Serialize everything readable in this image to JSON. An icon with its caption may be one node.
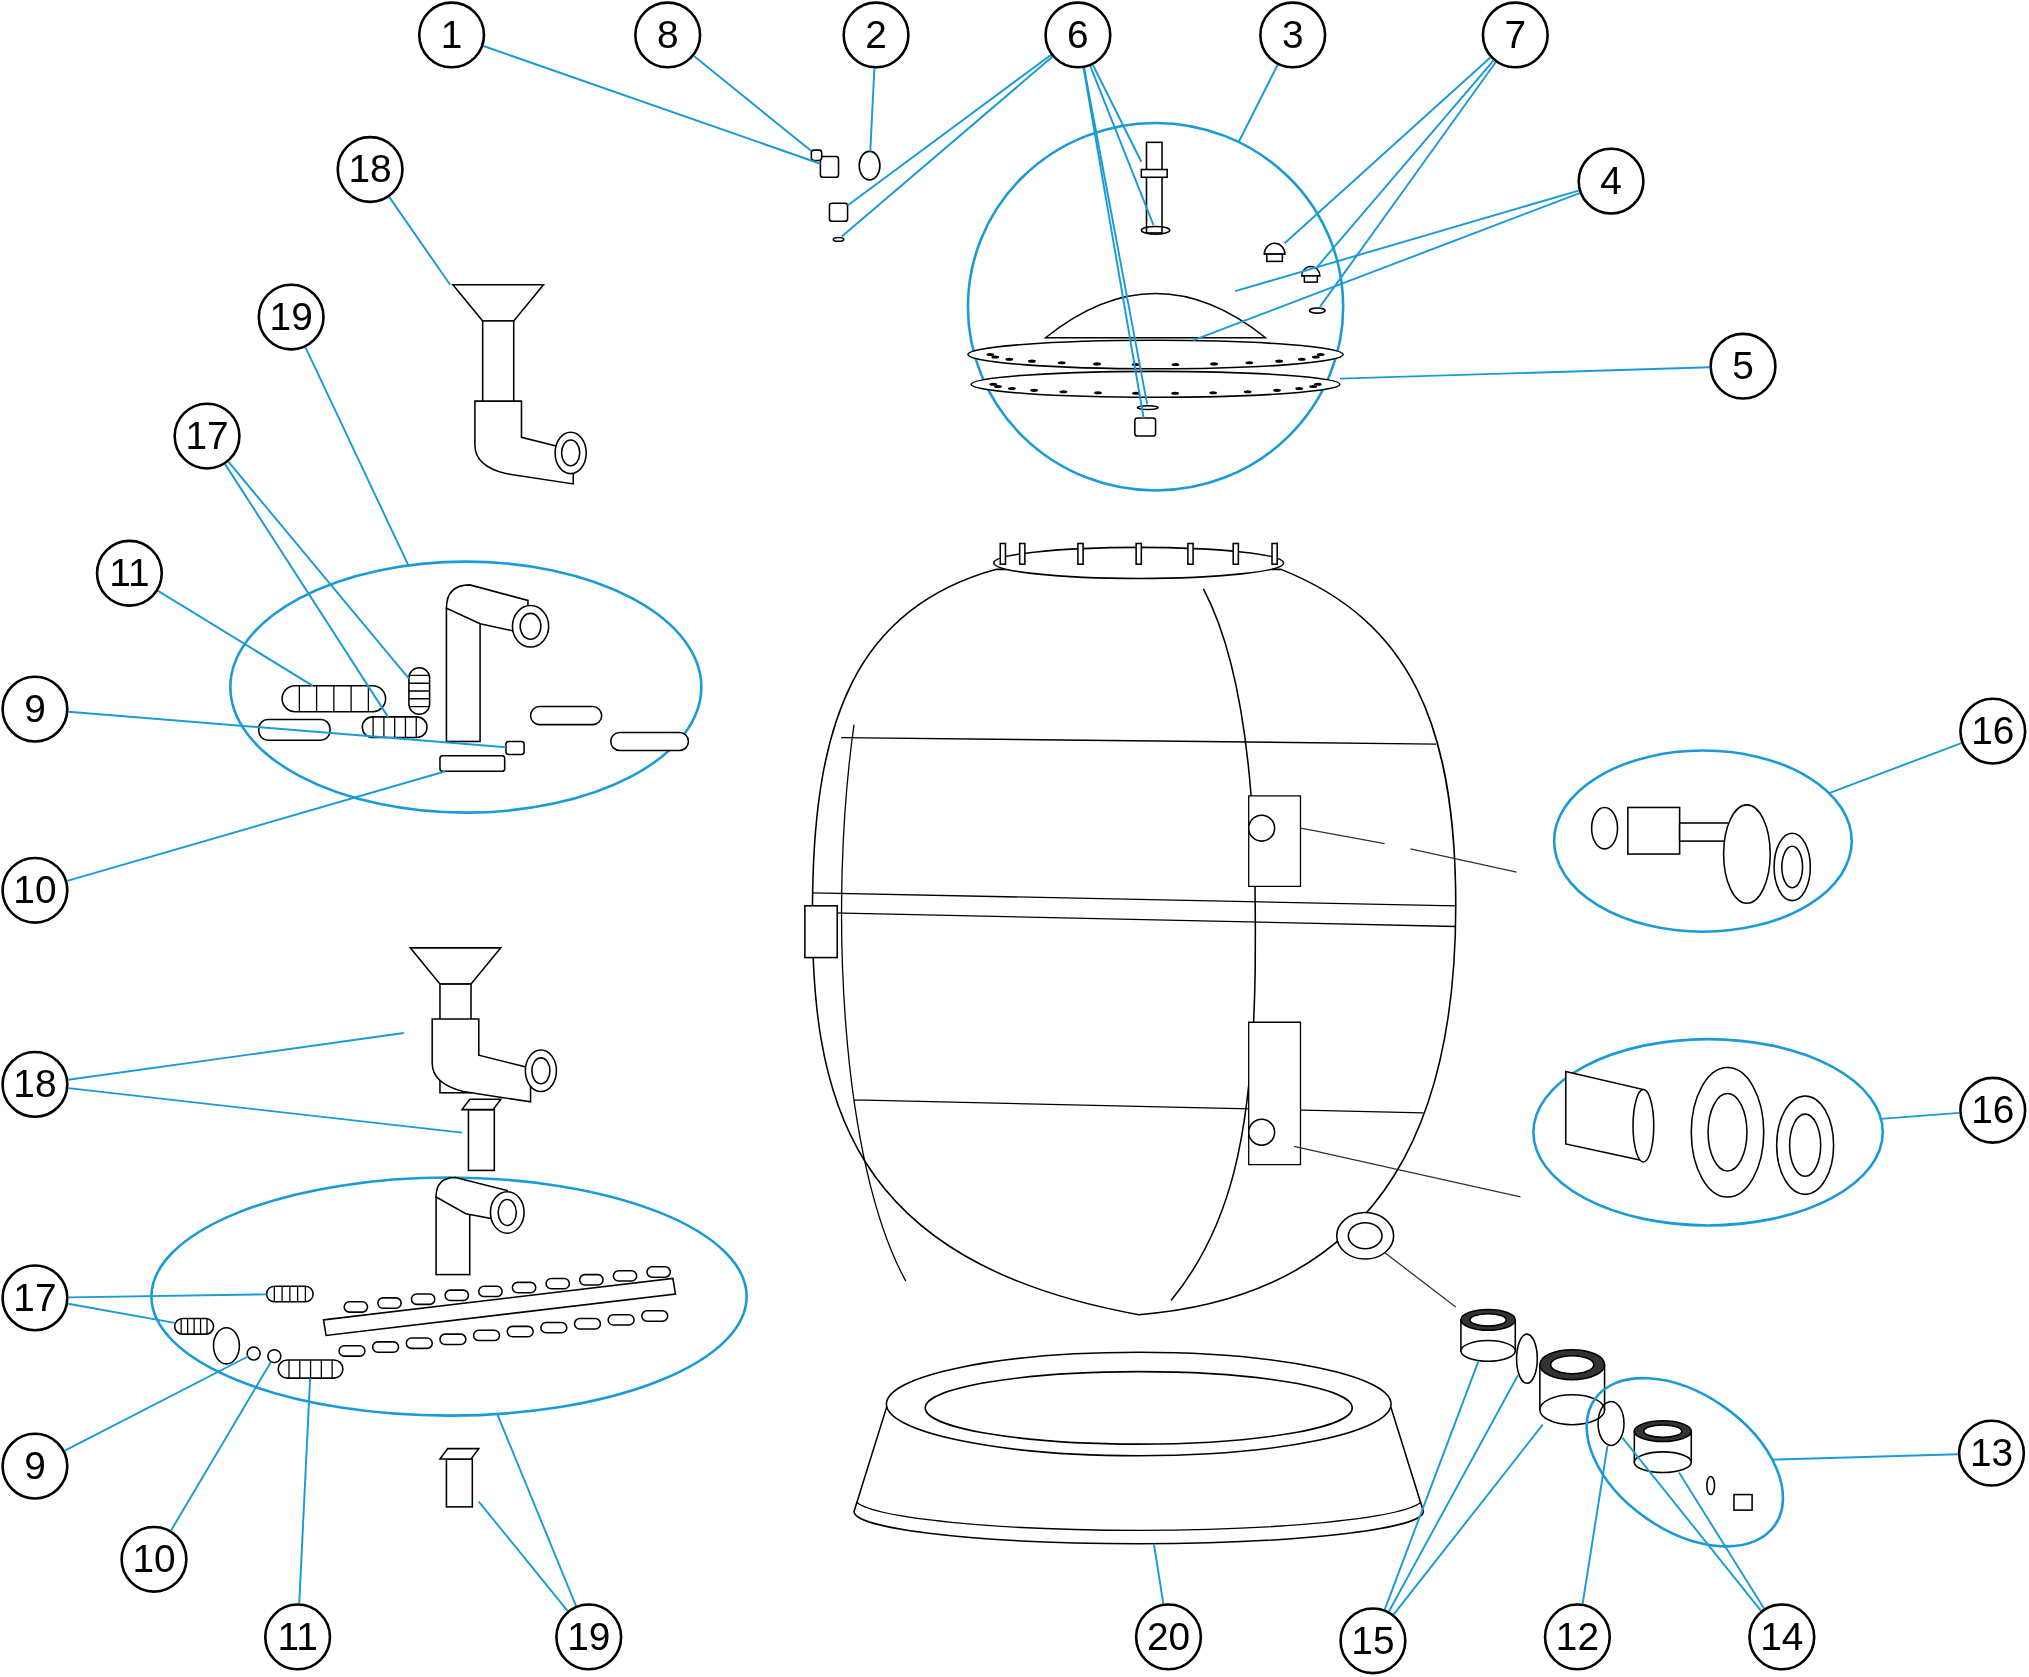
{
  "diagram": {
    "nodes": [
      {
        "text": [
          "1"
        ]
      },
      {
        "text": [
          "8"
        ]
      },
      {
        "text": [
          "2"
        ]
      },
      {
        "text": [
          "6"
        ]
      },
      {
        "text": [
          "3"
        ]
      },
      {
        "text": [
          "7"
        ]
      },
      {
        "text": [
          "18"
        ]
      },
      {
        "text": [
          "4"
        ]
      },
      {
        "text": [
          "19"
        ]
      },
      {
        "text": [
          "5"
        ]
      },
      {
        "text": [
          "17"
        ]
      },
      {
        "text": [
          "11"
        ]
      },
      {
        "text": [
          "9"
        ]
      },
      {
        "text": [
          "16"
        ]
      },
      {
        "text": [
          "10"
        ]
      },
      {
        "text": [
          "18"
        ]
      },
      {
        "text": [
          "16"
        ]
      },
      {
        "text": [
          "17"
        ]
      },
      {
        "text": [
          "13"
        ]
      },
      {
        "text": [
          "9"
        ]
      },
      {
        "text": [
          "10"
        ]
      },
      {
        "text": [
          "11"
        ]
      },
      {
        "text": [
          "19"
        ]
      },
      {
        "text": [
          "20"
        ]
      },
      {
        "text": [
          "15"
        ]
      },
      {
        "text": [
          "12"
        ]
      },
      {
        "text": [
          "14"
        ]
      },
      {
        "text": [],
        "shape": "box"
      },
      {
        "text": [],
        "shape": "circle"
      },
      {
        "text": [],
        "shape": "box"
      },
      {
        "text": [],
        "shape": "box"
      },
      {
        "text": [],
        "shape": "ring"
      },
      {
        "text": [],
        "shape": "circle"
      },
      {
        "text": [],
        "shape": "bolt",
        "in": 32
      },
      {
        "text": [],
        "shape": "ring",
        "in": 32
      },
      {
        "text": [],
        "shape": "dome",
        "in": 32
      },
      {
        "text": [],
        "shape": "dome",
        "in": 32
      },
      {
        "text": [],
        "shape": "ring",
        "in": 32
      },
      {
        "text": [],
        "shape": "picture",
        "in": 32
      },
      {
        "text": [],
        "shape": "ellipse",
        "in": 32
      },
      {
        "text": [],
        "shape": "ellipse",
        "in": 32
      },
      {
        "text": [],
        "shape": "box",
        "in": 32
      },
      {
        "text": [],
        "shape": "ring",
        "in": 32
      },
      {
        "text": [],
        "shape": "picture"
      },
      {
        "text": [],
        "shape": "ellipse"
      },
      {
        "text": [],
        "shape": "bar",
        "in": 44
      },
      {
        "text": [],
        "shape": "bar",
        "in": 44
      },
      {
        "text": [],
        "shape": "bar",
        "in": 44
      },
      {
        "text": [],
        "shape": "box",
        "in": 44
      },
      {
        "text": [],
        "shape": "box",
        "in": 44
      },
      {
        "text": [],
        "shape": "ellipse"
      },
      {
        "text": [],
        "shape": "ellipse"
      },
      {
        "text": [],
        "shape": "picture"
      },
      {
        "text": [],
        "shape": "tube"
      },
      {
        "text": [],
        "shape": "ellipse"
      },
      {
        "text": [],
        "shape": "bar",
        "in": 54
      },
      {
        "text": [],
        "shape": "bar",
        "in": 54
      },
      {
        "text": [],
        "shape": "circle",
        "in": 54
      },
      {
        "text": [],
        "shape": "circle",
        "in": 54
      },
      {
        "text": [],
        "shape": "bar",
        "in": 54
      },
      {
        "text": [],
        "shape": "tube"
      },
      {
        "text": [],
        "shape": "picture"
      },
      {
        "text": [],
        "shape": "cylinder"
      },
      {
        "text": [],
        "shape": "ring"
      },
      {
        "text": [],
        "shape": "cylinder"
      },
      {
        "text": [],
        "shape": "ellipse"
      },
      {
        "text": [],
        "shape": "ring",
        "in": 65
      },
      {
        "text": [],
        "shape": "cylinder",
        "in": 65
      }
    ],
    "edges": [
      {
        "from": 0,
        "to": 27,
        "arrow": "none"
      },
      {
        "from": 1,
        "to": 29,
        "arrow": "none"
      },
      {
        "from": 2,
        "to": 28,
        "arrow": "none"
      },
      {
        "from": 3,
        "to": 33,
        "arrow": "none"
      },
      {
        "from": 3,
        "to": 34,
        "arrow": "none"
      },
      {
        "from": 3,
        "to": 30,
        "arrow": "none"
      },
      {
        "from": 3,
        "to": 31,
        "arrow": "none"
      },
      {
        "from": 3,
        "to": 41,
        "arrow": "none"
      },
      {
        "from": 3,
        "to": 42,
        "arrow": "none"
      },
      {
        "from": 4,
        "to": 32,
        "arrow": "none"
      },
      {
        "from": 5,
        "to": 35,
        "arrow": "none"
      },
      {
        "from": 5,
        "to": 36,
        "arrow": "none"
      },
      {
        "from": 5,
        "to": 37,
        "arrow": "none"
      },
      {
        "from": 6,
        "to": 43,
        "arrow": "none"
      },
      {
        "from": 7,
        "to": 38,
        "arrow": "none"
      },
      {
        "from": 7,
        "to": 39,
        "arrow": "none"
      },
      {
        "from": 8,
        "to": 44,
        "arrow": "none"
      },
      {
        "from": 9,
        "to": 40,
        "arrow": "none"
      },
      {
        "from": 10,
        "to": 46,
        "arrow": "none"
      },
      {
        "from": 10,
        "to": 47,
        "arrow": "none"
      },
      {
        "from": 11,
        "to": 45,
        "arrow": "none"
      },
      {
        "from": 12,
        "to": 48,
        "arrow": "none"
      },
      {
        "from": 13,
        "to": 50,
        "arrow": "none"
      },
      {
        "from": 14,
        "to": 49,
        "arrow": "none"
      },
      {
        "from": 15,
        "to": 52,
        "arrow": "none"
      },
      {
        "from": 15,
        "to": 53,
        "arrow": "none"
      },
      {
        "from": 16,
        "to": 51,
        "arrow": "none"
      },
      {
        "from": 17,
        "to": 55,
        "arrow": "none"
      },
      {
        "from": 17,
        "to": 56,
        "arrow": "none"
      },
      {
        "from": 18,
        "to": 65,
        "arrow": "none"
      },
      {
        "from": 19,
        "to": 57,
        "arrow": "none"
      },
      {
        "from": 20,
        "to": 58,
        "arrow": "none"
      },
      {
        "from": 21,
        "to": 59,
        "arrow": "none"
      },
      {
        "from": 22,
        "to": 54,
        "arrow": "none"
      },
      {
        "from": 22,
        "to": 60,
        "arrow": "none"
      },
      {
        "from": 23,
        "to": 61,
        "arrow": "none"
      },
      {
        "from": 24,
        "to": 62,
        "arrow": "none"
      },
      {
        "from": 24,
        "to": 63,
        "arrow": "none"
      },
      {
        "from": 24,
        "to": 64,
        "arrow": "none"
      },
      {
        "from": 25,
        "to": 66,
        "arrow": "none"
      },
      {
        "from": 26,
        "to": 66,
        "arrow": "none"
      },
      {
        "from": 26,
        "to": 67,
        "arrow": "none"
      }
    ]
  }
}
